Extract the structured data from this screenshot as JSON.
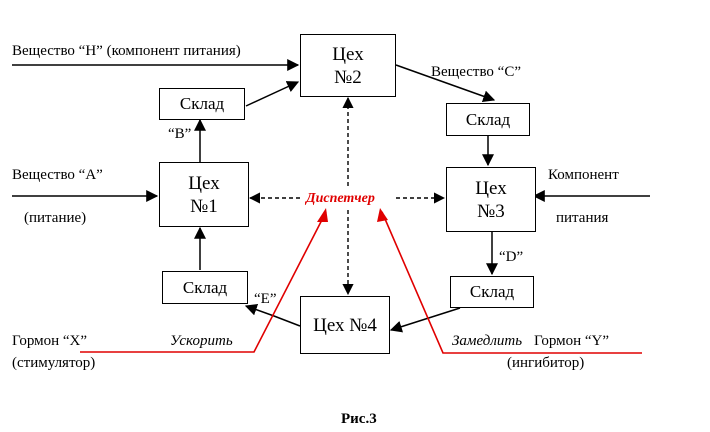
{
  "boxes": {
    "shop1": {
      "line1": "Цех",
      "line2": "№1"
    },
    "shop2": {
      "line1": "Цех",
      "line2": "№2"
    },
    "shop3": {
      "line1": "Цех",
      "line2": "№3"
    },
    "shop4": {
      "label": "Цех №4"
    },
    "store_b": "Склад",
    "store_c": "Склад",
    "store_d": "Склад",
    "store_e": "Склад"
  },
  "labels": {
    "substance_h": "Вещество “Н” (компонент питания)",
    "substance_c": "Вещество “С”",
    "substance_a": "Вещество “А”",
    "nutrition": "(питание)",
    "component": "Компонент",
    "component_nutrition": "питания",
    "b": "“В”",
    "d": "“D”",
    "e": "“Е”",
    "dispatcher": "Диспетчер",
    "hormone_x": "Гормон “Х”",
    "stimulator": "(стимулятор)",
    "accelerate": "Ускорить",
    "slow_down": "Замедлить",
    "hormone_y": "Гормон “Y”",
    "inhibitor": "(ингибитор)",
    "caption": "Рис.3"
  },
  "colors": {
    "line": "#000000",
    "signal": "#e00000"
  }
}
